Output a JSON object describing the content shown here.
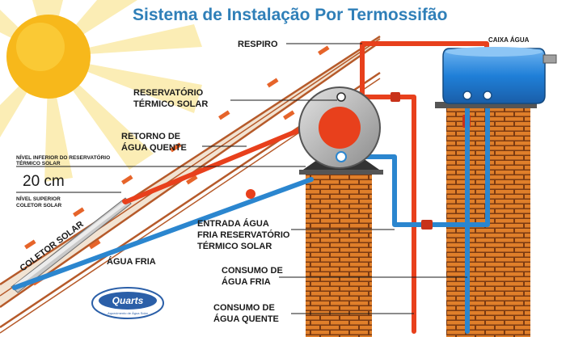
{
  "title": "Sistema de Instalação Por Termossifão",
  "labels": {
    "respiro": "RESPIRO",
    "caixa_agua": "CAIXA ÁGUA",
    "reservatorio_1": "RESERVATÓRIO",
    "reservatorio_2": "TÉRMICO SOLAR",
    "retorno_1": "RETORNO DE",
    "retorno_2": "ÁGUA QUENTE",
    "nivel_inferior_1": "NÍVEL INFERIOR DO RESERVATÓRIO",
    "nivel_inferior_2": "TÉRMICO SOLAR",
    "distance": "20 cm",
    "nivel_superior_1": "NÍVEL SUPERIOR",
    "nivel_superior_2": "COLETOR SOLAR",
    "coletor_solar": "COLETOR SOLAR",
    "agua_fria": "ÁGUA FRIA",
    "entrada_1": "ENTRADA ÁGUA",
    "entrada_2": "FRIA RESERVATÓRIO",
    "entrada_3": "TÉRMICO SOLAR",
    "consumo_fria_1": "CONSUMO DE",
    "consumo_fria_2": "ÁGUA FRIA",
    "consumo_quente_1": "CONSUMO DE",
    "consumo_quente_2": "ÁGUA QUENTE",
    "logo_text": "Quarts",
    "logo_tagline": "Aquecimento de Água Solar"
  },
  "colors": {
    "hot_pipe": "#e8401c",
    "cold_pipe": "#2b86cf",
    "brick": "#e07f2a",
    "mortar": "#7a3a12",
    "sun": "#f7b81b",
    "roof": "#b65a2a",
    "title": "#2f7fb8"
  }
}
